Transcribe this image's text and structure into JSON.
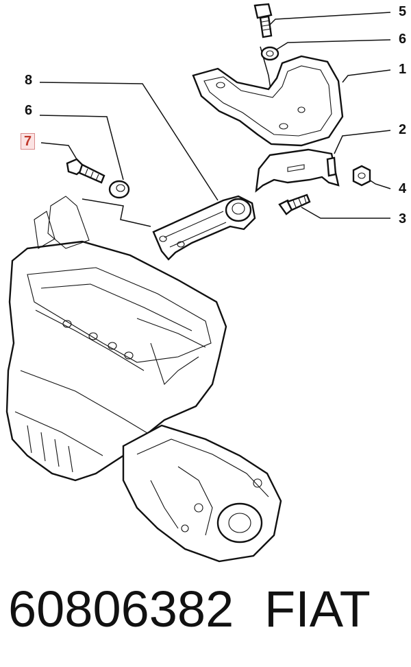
{
  "callouts": {
    "c5": "5",
    "c6_top": "6",
    "c1": "1",
    "c2": "2",
    "c4": "4",
    "c3": "3",
    "c8": "8",
    "c6_left": "6",
    "c7": "7"
  },
  "footer": {
    "part_number": "60806382",
    "brand": "FIAT"
  },
  "colors": {
    "line": "#111111",
    "highlight_text": "#c0392b",
    "highlight_bg": "#fbe3e3"
  }
}
